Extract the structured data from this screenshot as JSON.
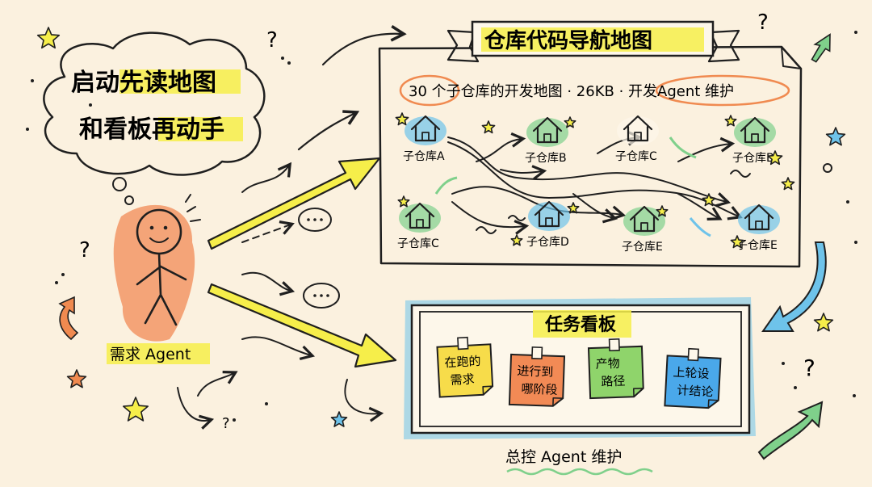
{
  "thought": {
    "line1": "启动先读地图",
    "line2": "和看板再动手"
  },
  "map": {
    "title": "仓库代码导航地图",
    "subtitle": "30 个子仓库的开发地图 · 26KB · 开发Agent 维护",
    "repos": [
      {
        "label": "子仓库A"
      },
      {
        "label": "子仓库B"
      },
      {
        "label": "子仓库C"
      },
      {
        "label": "子仓库B"
      },
      {
        "label": "子仓库C"
      },
      {
        "label": "子仓库D"
      },
      {
        "label": "子仓库E"
      },
      {
        "label": "子仓库E"
      }
    ]
  },
  "agent": {
    "label": "需求 Agent"
  },
  "board": {
    "title": "任务看板",
    "footer": "总控 Agent 维护",
    "notes": [
      {
        "line1": "在跑的",
        "line2": "需求",
        "color": "#f7dc4a"
      },
      {
        "line1": "进行到",
        "line2": "哪阶段",
        "color": "#f28a55"
      },
      {
        "line1": "产物",
        "line2": "路径",
        "color": "#8fd46b"
      },
      {
        "line1": "上轮设",
        "line2": "计结论",
        "color": "#4aa8ea"
      }
    ]
  },
  "colors": {
    "highlight": "#f6ee4a",
    "accent_orange": "#f08a50",
    "accent_blue": "#6ec3ea",
    "accent_green": "#7fd08b"
  }
}
